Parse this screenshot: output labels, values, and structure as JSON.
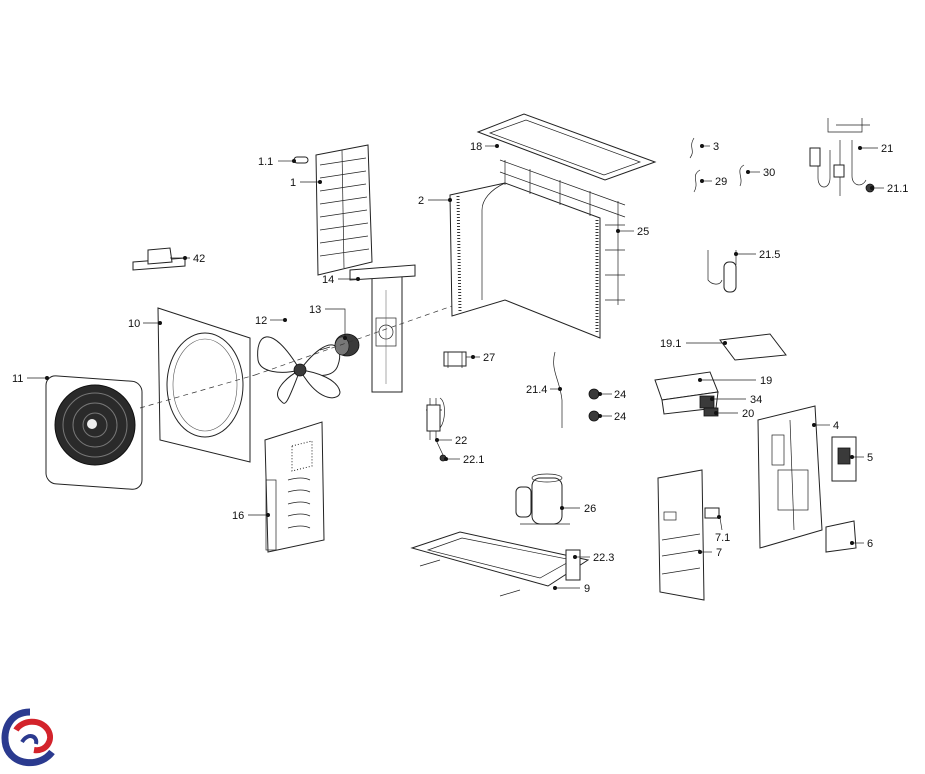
{
  "labels": {
    "p1": "1",
    "p1_1": "1.1",
    "p2": "2",
    "p3": "3",
    "p4": "4",
    "p5": "5",
    "p6": "6",
    "p7": "7",
    "p7_1": "7.1",
    "p9": "9",
    "p10": "10",
    "p11": "11",
    "p12": "12",
    "p13": "13",
    "p14": "14",
    "p16": "16",
    "p18": "18",
    "p19": "19",
    "p19_1": "19.1",
    "p20": "20",
    "p21": "21",
    "p21_1": "21.1",
    "p21_4": "21.4",
    "p21_5": "21.5",
    "p22": "22",
    "p22_1": "22.1",
    "p22_3": "22.3",
    "p24a": "24",
    "p24b": "24",
    "p25": "25",
    "p26": "26",
    "p27": "27",
    "p29": "29",
    "p30": "30",
    "p34": "34",
    "p42": "42"
  },
  "colors": {
    "logo_blue": "#2b3a8f",
    "logo_red": "#d3232b",
    "line": "#222222"
  },
  "logo": {
    "icon": "brand-swirl-logo"
  }
}
